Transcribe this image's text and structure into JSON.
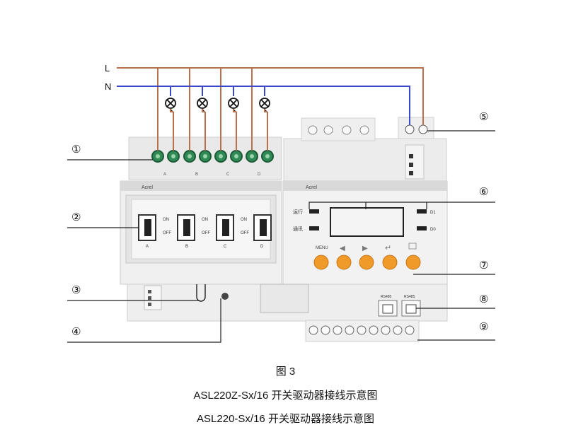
{
  "wires": {
    "line_label": "L",
    "neutral_label": "N",
    "line_color": "#b8714a",
    "neutral_color": "#3b49c9"
  },
  "callouts": [
    "①",
    "②",
    "③",
    "④",
    "⑤",
    "⑥",
    "⑦",
    "⑧",
    "⑨"
  ],
  "terminal_groups": [
    "A",
    "B",
    "C",
    "D"
  ],
  "switch_panel": {
    "brand": "Acrel",
    "switches": [
      {
        "label": "A",
        "on": "ON",
        "off": "OFF"
      },
      {
        "label": "B",
        "on": "ON",
        "off": "OFF"
      },
      {
        "label": "C",
        "on": "ON",
        "off": "OFF"
      },
      {
        "label": "D",
        "on": "ON",
        "off": ""
      }
    ]
  },
  "control_panel": {
    "brand": "Acrel",
    "left_indicators": [
      "运行",
      "通讯"
    ],
    "right_indicators": [
      "D1",
      "D0"
    ],
    "buttons": [
      "MENU",
      "◀",
      "▶",
      "↵",
      ""
    ],
    "ports": [
      "RS485",
      "RS485"
    ]
  },
  "captions": {
    "figure": "图 3",
    "line1": "ASL220Z-Sx/16 开关驱动器接线示意图",
    "line2": "ASL220-Sx/16 开关驱动器接线示意图"
  },
  "colors": {
    "terminal_green": "#2f8a55",
    "button_orange": "#f09a2a",
    "device_body": "#eeeeee"
  }
}
